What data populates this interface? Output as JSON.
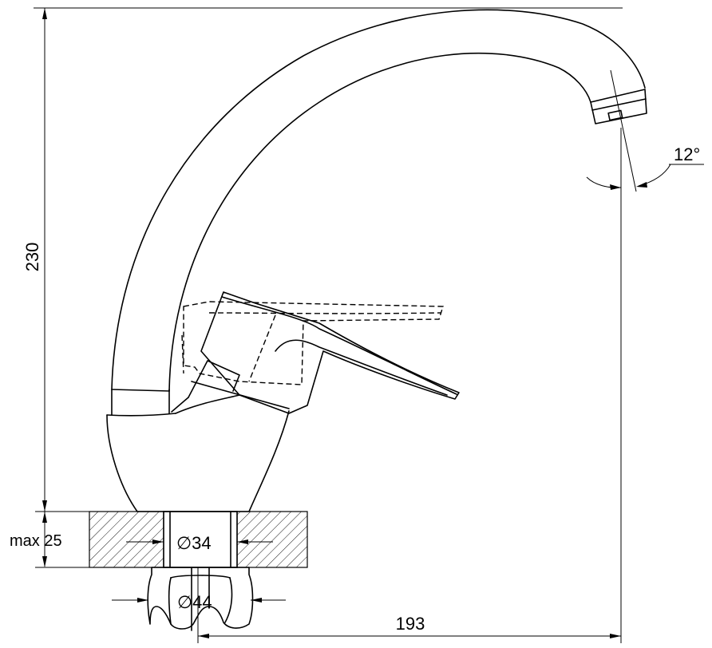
{
  "dimensions": {
    "height": "230",
    "spout_reach": "193",
    "max_thickness": "max 25",
    "hole_diameter": "∅34",
    "nut_diameter": "∅44",
    "aerator_angle": "12°"
  }
}
